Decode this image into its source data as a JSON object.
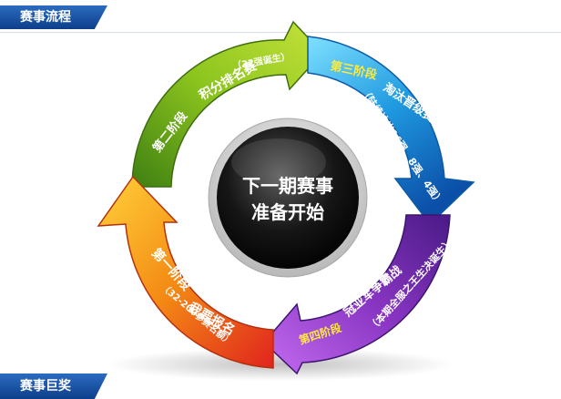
{
  "tabs": {
    "top": "赛事流程",
    "bottom": "赛事巨奖"
  },
  "center": {
    "line1": "下一期赛事",
    "line2": "准备开始"
  },
  "stages": {
    "stage1": {
      "title": "第一阶段",
      "name": "我要报名",
      "note": "（32-200参赛名额）"
    },
    "stage2": {
      "title": "第二阶段",
      "name": "积分排名赛",
      "note": "（32强诞生）"
    },
    "stage3": {
      "title": "第三阶段",
      "name": "淘汰晋级赛",
      "note": "（陆续决出16强、8强、4强）"
    },
    "stage4": {
      "title": "第四阶段",
      "name": "冠亚军争霸战",
      "note": "（本期全服之王生决诞生）"
    }
  },
  "colors": {
    "stage1": "#f08a12",
    "stage2": "#6ea81b",
    "stage3": "#1e8fd8",
    "stage4": "#7a2db0",
    "tab": "#1a4f9c"
  }
}
